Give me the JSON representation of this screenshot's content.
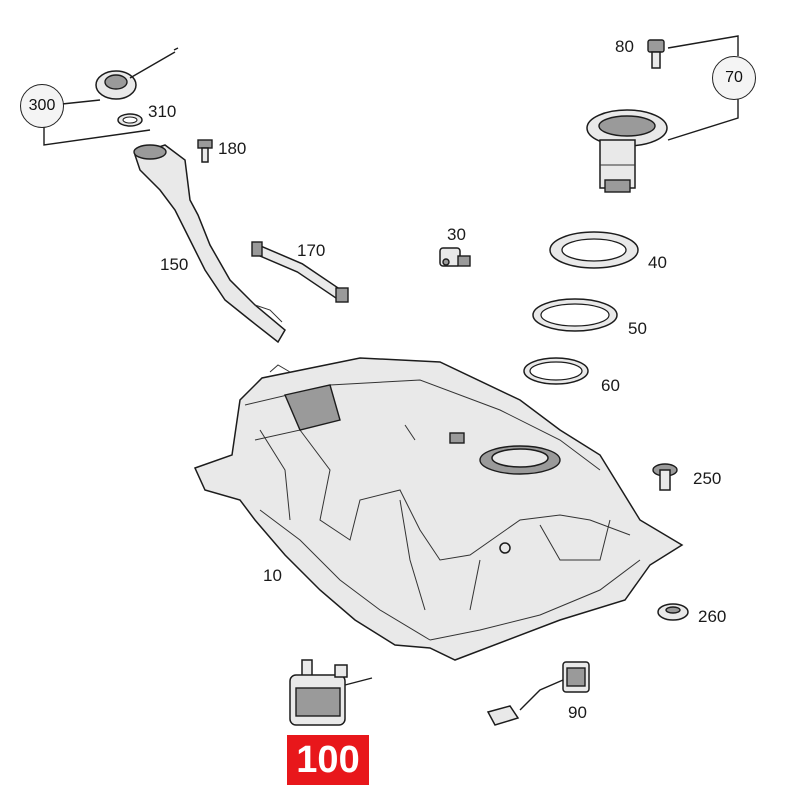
{
  "callouts": {
    "c10": "10",
    "c30": "30",
    "c40": "40",
    "c50": "50",
    "c60": "60",
    "c70": "70",
    "c80": "80",
    "c90": "90",
    "c100": "100",
    "c150": "150",
    "c170": "170",
    "c180": "180",
    "c250": "250",
    "c260": "260",
    "c300": "300",
    "c310": "310"
  },
  "highlight_color": "#e8171b"
}
